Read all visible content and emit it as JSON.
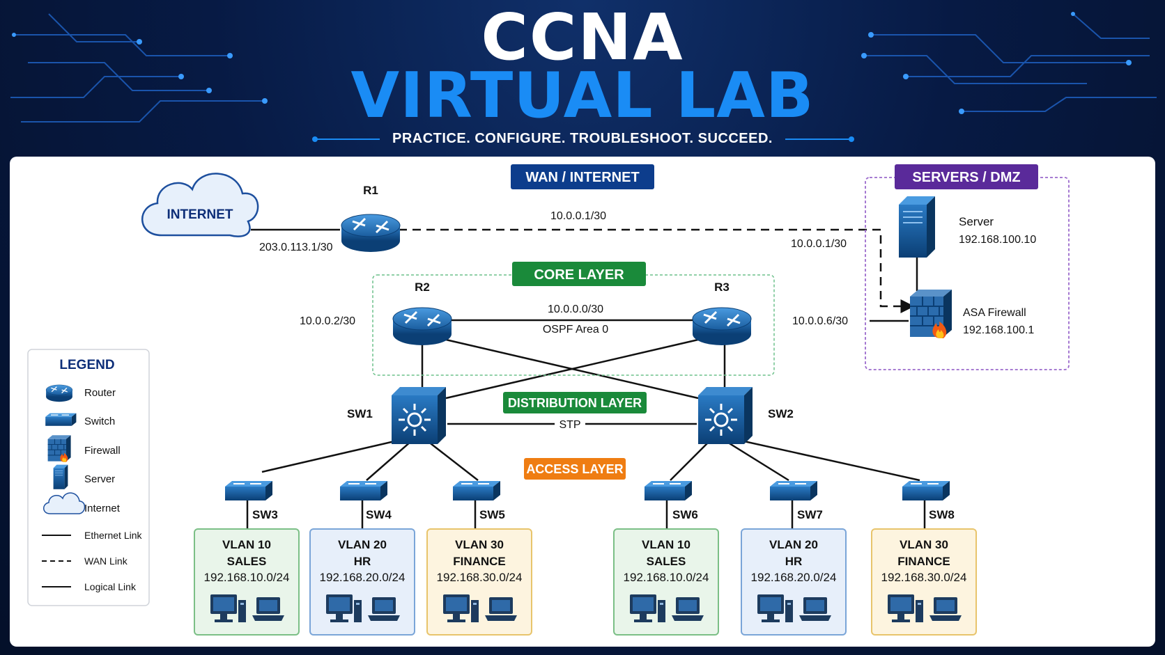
{
  "title": {
    "line1": "CCNA",
    "line2": "VIRTUAL LAB",
    "tagline": "PRACTICE. CONFIGURE. TROUBLESHOOT. SUCCEED."
  },
  "sections": {
    "wan": "WAN / INTERNET",
    "servers": "SERVERS / DMZ",
    "core": "CORE LAYER",
    "distribution": "DISTRIBUTION LAYER",
    "access": "ACCESS LAYER"
  },
  "colors": {
    "wan": "#0d3d8c",
    "servers": "#5a2a9a",
    "core": "#1a8a3a",
    "distribution": "#1a8a3a",
    "access": "#ef7d12",
    "device": "#0e4f8a",
    "accent": "#1a8cf5"
  },
  "internet": {
    "label": "INTERNET",
    "ip": "203.0.113.1/30"
  },
  "routers": {
    "r1": {
      "name": "R1"
    },
    "r2": {
      "name": "R2",
      "ip": "10.0.0.2/30"
    },
    "r3": {
      "name": "R3",
      "ip": "10.0.0.6/30"
    }
  },
  "links": {
    "r1_wan_ip": "10.0.0.1/30",
    "fw_wan_ip": "10.0.0.1/30",
    "core_net": "10.0.0.0/30",
    "core_proto": "OSPF Area 0",
    "dist_proto": "STP"
  },
  "server": {
    "name": "Server",
    "ip": "192.168.100.10"
  },
  "firewall": {
    "name": "ASA Firewall",
    "ip": "192.168.100.1"
  },
  "distribution_switches": {
    "sw1": "SW1",
    "sw2": "SW2"
  },
  "access_switches": [
    "SW3",
    "SW4",
    "SW5",
    "SW6",
    "SW7",
    "SW8"
  ],
  "vlans": [
    {
      "vlan": "VLAN 10",
      "dept": "SALES",
      "subnet": "192.168.10.0/24",
      "theme": "green"
    },
    {
      "vlan": "VLAN 20",
      "dept": "HR",
      "subnet": "192.168.20.0/24",
      "theme": "blue"
    },
    {
      "vlan": "VLAN 30",
      "dept": "FINANCE",
      "subnet": "192.168.30.0/24",
      "theme": "yellow"
    },
    {
      "vlan": "VLAN 10",
      "dept": "SALES",
      "subnet": "192.168.10.0/24",
      "theme": "green"
    },
    {
      "vlan": "VLAN 20",
      "dept": "HR",
      "subnet": "192.168.20.0/24",
      "theme": "blue"
    },
    {
      "vlan": "VLAN 30",
      "dept": "FINANCE",
      "subnet": "192.168.30.0/24",
      "theme": "yellow"
    }
  ],
  "legend": {
    "title": "LEGEND",
    "items": [
      {
        "icon": "router-icon",
        "label": "Router"
      },
      {
        "icon": "switch-icon",
        "label": "Switch"
      },
      {
        "icon": "firewall-icon",
        "label": "Firewall"
      },
      {
        "icon": "server-icon",
        "label": "Server"
      },
      {
        "icon": "cloud-icon",
        "label": "Internet"
      },
      {
        "icon": "solid-line",
        "label": "Ethernet Link"
      },
      {
        "icon": "dashed-line",
        "label": "WAN Link"
      },
      {
        "icon": "solid-line",
        "label": "Logical Link"
      }
    ]
  }
}
